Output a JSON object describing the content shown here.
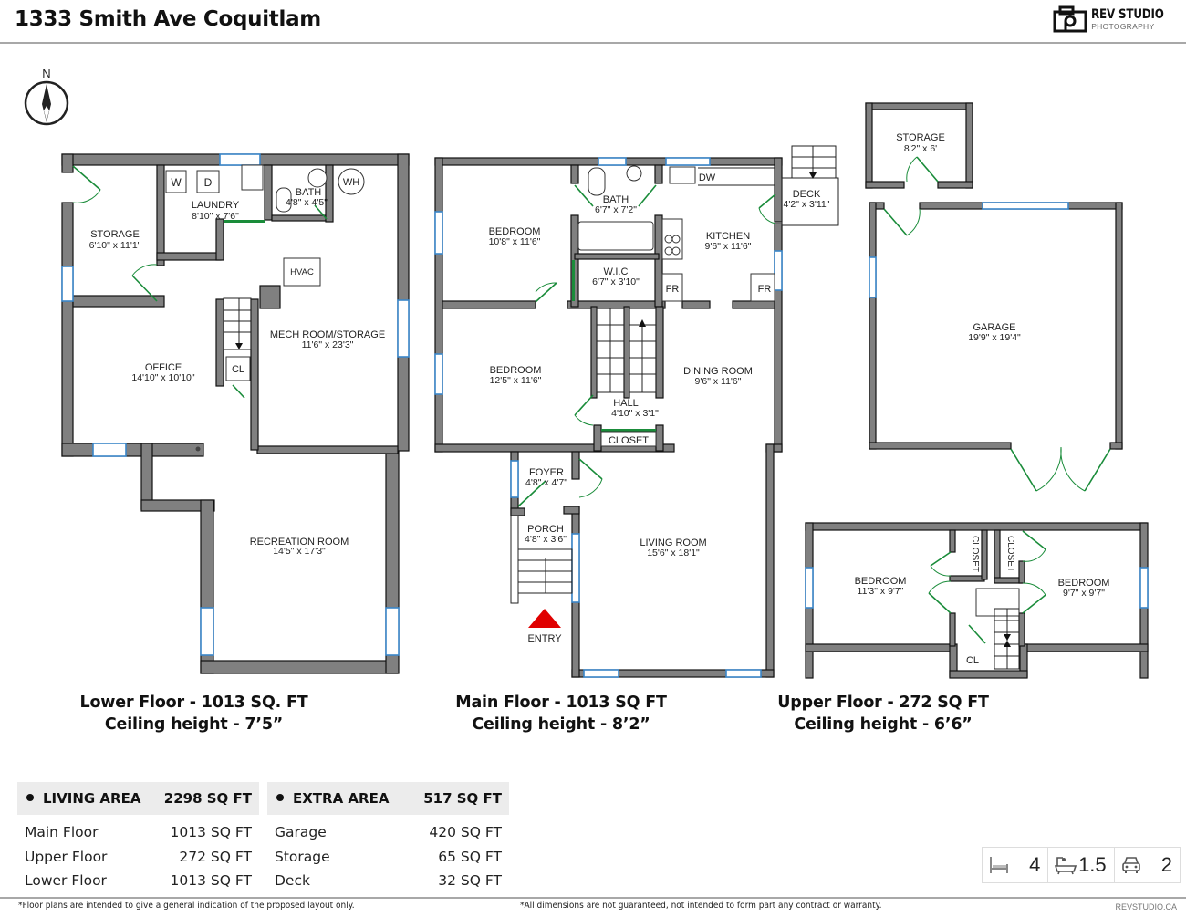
{
  "header": {
    "title": "1333 Smith Ave Coquitlam",
    "logo_main": "REV STUDIO",
    "logo_sub": "PHOTOGRAPHY"
  },
  "compass": {
    "label": "N"
  },
  "colors": {
    "wall": "#808080",
    "window": "#3a86c8",
    "door": "#1a8c3a",
    "entry_marker": "#e00000"
  },
  "lower_floor": {
    "caption_line1": "Lower Floor - 1013 SQ. FT",
    "caption_line2": "Ceiling height - 7’5”",
    "rooms": [
      {
        "name": "STORAGE",
        "dims": "6'10\" x 11'1\""
      },
      {
        "name": "LAUNDRY",
        "dims": "8'10\" x 7'6\""
      },
      {
        "name": "BATH",
        "dims": "4'8\" x 4'5\""
      },
      {
        "name": "OFFICE",
        "dims": "14'10\" x 10'10\""
      },
      {
        "name": "MECH ROOM/STORAGE",
        "dims": "11'6\" x 23'3\""
      },
      {
        "name": "RECREATION ROOM",
        "dims": "14'5\" x 17'3\""
      }
    ],
    "fixtures": {
      "washer": "W",
      "dryer": "D",
      "water_heater": "WH",
      "hvac": "HVAC",
      "closet": "CL"
    }
  },
  "main_floor": {
    "caption_line1": "Main Floor - 1013 SQ FT",
    "caption_line2": "Ceiling height - 8’2”",
    "rooms": [
      {
        "name": "BEDROOM",
        "dims": "10'8\" x 11'6\""
      },
      {
        "name": "BATH",
        "dims": "6'7\" x 7'2\""
      },
      {
        "name": "KITCHEN",
        "dims": "9'6\" x 11'6\""
      },
      {
        "name": "DECK",
        "dims": "4'2\" x 3'11\""
      },
      {
        "name": "W.I.C",
        "dims": "6'7\" x 3'10\""
      },
      {
        "name": "BEDROOM",
        "dims": "12'5\" x 11'6\""
      },
      {
        "name": "HALL",
        "dims": "4'10\" x 3'1\""
      },
      {
        "name": "DINING ROOM",
        "dims": "9'6\" x 11'6\""
      },
      {
        "name": "FOYER",
        "dims": "4'8\" x 4'7\""
      },
      {
        "name": "PORCH",
        "dims": "4'8\" x 3'6\""
      },
      {
        "name": "LIVING ROOM",
        "dims": "15'6\" x 18'1\""
      }
    ],
    "fixtures": {
      "dishwasher": "DW",
      "fridge1": "FR",
      "fridge2": "FR",
      "closet": "CLOSET"
    },
    "entry_label": "ENTRY"
  },
  "outbuildings": {
    "rooms": [
      {
        "name": "STORAGE",
        "dims": "8'2\" x 6'"
      },
      {
        "name": "GARAGE",
        "dims": "19'9\" x 19'4\""
      }
    ]
  },
  "upper_floor": {
    "caption_line1": "Upper Floor  - 272 SQ FT",
    "caption_line2": "Ceiling height - 6’6”",
    "rooms": [
      {
        "name": "BEDROOM",
        "dims": "11'3\" x 9'7\""
      },
      {
        "name": "BEDROOM",
        "dims": "9'7\" x 9'7\""
      }
    ],
    "fixtures": {
      "closet1": "CLOSET",
      "closet2": "CLOSET",
      "cl": "CL"
    }
  },
  "living_area": {
    "label": "LIVING AREA",
    "total": "2298 SQ FT",
    "rows": [
      {
        "label": "Main Floor",
        "value": "1013 SQ FT"
      },
      {
        "label": "Upper Floor",
        "value": "272 SQ FT"
      },
      {
        "label": "Lower Floor",
        "value": "1013 SQ FT"
      }
    ]
  },
  "extra_area": {
    "label": "EXTRA AREA",
    "total": "517 SQ FT",
    "rows": [
      {
        "label": "Garage",
        "value": "420 SQ FT"
      },
      {
        "label": "Storage",
        "value": "65 SQ FT"
      },
      {
        "label": "Deck",
        "value": "32 SQ FT"
      }
    ]
  },
  "stats": {
    "bedrooms": "4",
    "bathrooms": "1.5",
    "parking": "2"
  },
  "footer": {
    "note_left": "*Floor plans are intended to give a general indication of the proposed layout only.",
    "note_right": "*All dimensions are not guaranteed, not intended to form part any contract or warranty.",
    "site": "REVSTUDIO.CA"
  }
}
